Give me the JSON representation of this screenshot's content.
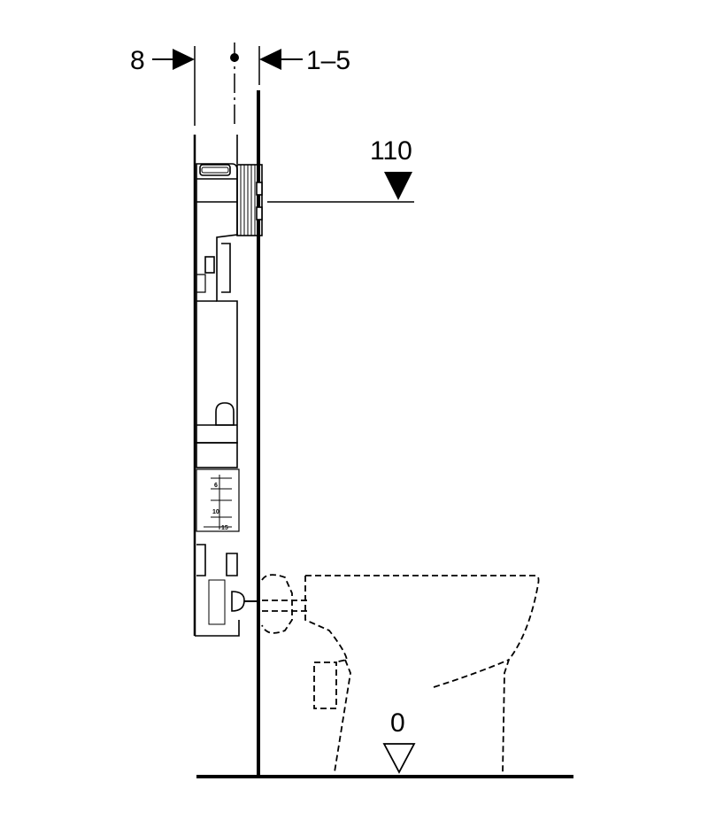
{
  "dimensions": {
    "frame_depth": "8",
    "wall_gap": "1–5",
    "top_height": "110",
    "floor_level": "0"
  },
  "scale_ticks": [
    "6",
    "10",
    "15"
  ]
}
